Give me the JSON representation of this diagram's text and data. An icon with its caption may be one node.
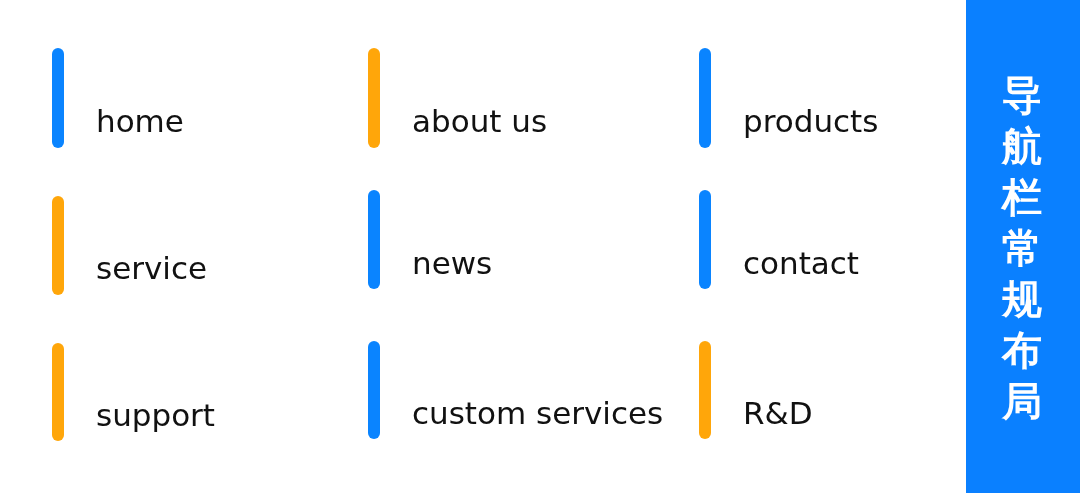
{
  "diagram": {
    "title": "导航栏常规布局",
    "labels": [
      "home",
      "about us",
      "products",
      "service",
      "news",
      "contact",
      "support",
      "custom services",
      "R&D"
    ]
  }
}
